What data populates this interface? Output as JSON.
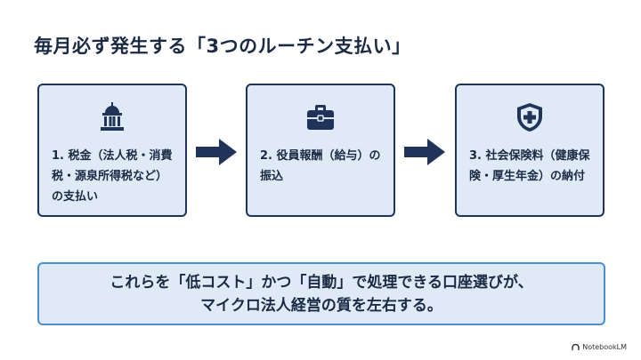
{
  "title": "毎月必ず発生する「3つのルーチン支払い」",
  "steps": [
    {
      "icon": "government-building-icon",
      "label": "1. 税金（法人税・消費税・源泉所得税など）の支払い"
    },
    {
      "icon": "briefcase-icon",
      "label": "2. 役員報酬（給与）の振込"
    },
    {
      "icon": "medical-shield-icon",
      "label": "3. 社会保険料（健康保険・厚生年金）の納付"
    }
  ],
  "summary": {
    "line1": "これらを「低コスト」かつ「自動」で処理できる口座選びが、",
    "line2": "マイクロ法人経営の質を左右する。"
  },
  "brand": "NotebookLM",
  "colors": {
    "navy": "#1f3458",
    "card_fill": "#dfeaf6",
    "summary_border": "#4a8fd4"
  }
}
